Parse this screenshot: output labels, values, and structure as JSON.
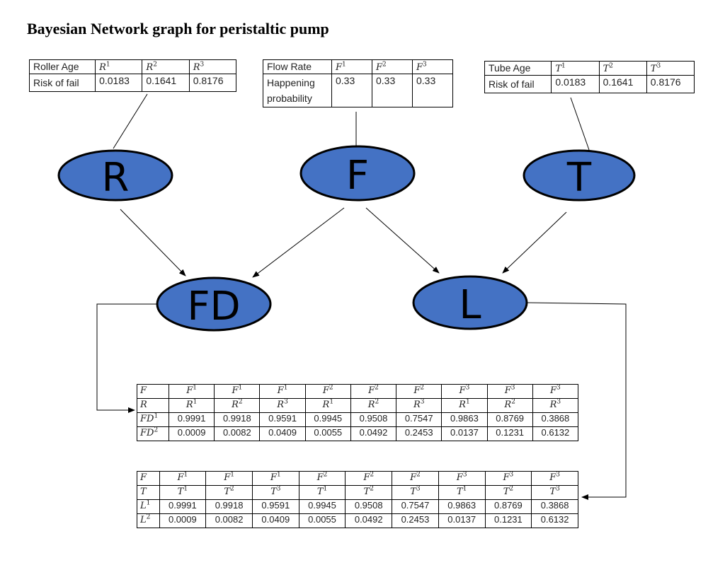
{
  "title": "Bayesian Network graph for peristaltic pump",
  "colors": {
    "node_fill": "#4472C4",
    "node_stroke": "#000000"
  },
  "nodes": {
    "R": "R",
    "F": "F",
    "T": "T",
    "FD": "FD",
    "L": "L"
  },
  "roller_table": {
    "header": "Roller Age",
    "row_label": "Risk of fail",
    "states": [
      {
        "b": "R",
        "s": "1"
      },
      {
        "b": "R",
        "s": "2"
      },
      {
        "b": "R",
        "s": "3"
      }
    ],
    "values": [
      "0.0183",
      "0.1641",
      "0.8176"
    ]
  },
  "flow_table": {
    "header": "Flow Rate",
    "row_label": "Happening probability",
    "states": [
      {
        "b": "F",
        "s": "1"
      },
      {
        "b": "F",
        "s": "2"
      },
      {
        "b": "F",
        "s": "3"
      }
    ],
    "values": [
      "0.33",
      "0.33",
      "0.33"
    ]
  },
  "tube_table": {
    "header": "Tube Age",
    "row_label": "Risk of fail",
    "states": [
      {
        "b": "T",
        "s": "1"
      },
      {
        "b": "T",
        "s": "2"
      },
      {
        "b": "T",
        "s": "3"
      }
    ],
    "values": [
      "0.0183",
      "0.1641",
      "0.8176"
    ]
  },
  "fd_table": {
    "rows": [
      {
        "label": {
          "b": "F",
          "s": ""
        },
        "cells": [
          {
            "b": "F",
            "s": "1"
          },
          {
            "b": "F",
            "s": "1"
          },
          {
            "b": "F",
            "s": "1"
          },
          {
            "b": "F",
            "s": "2"
          },
          {
            "b": "F",
            "s": "2"
          },
          {
            "b": "F",
            "s": "2"
          },
          {
            "b": "F",
            "s": "3"
          },
          {
            "b": "F",
            "s": "3"
          },
          {
            "b": "F",
            "s": "3"
          }
        ]
      },
      {
        "label": {
          "b": "R",
          "s": ""
        },
        "cells": [
          {
            "b": "R",
            "s": "1"
          },
          {
            "b": "R",
            "s": "2"
          },
          {
            "b": "R",
            "s": "3"
          },
          {
            "b": "R",
            "s": "1"
          },
          {
            "b": "R",
            "s": "2"
          },
          {
            "b": "R",
            "s": "3"
          },
          {
            "b": "R",
            "s": "1"
          },
          {
            "b": "R",
            "s": "2"
          },
          {
            "b": "R",
            "s": "3"
          }
        ]
      },
      {
        "label": {
          "b": "FD",
          "s": "1"
        },
        "values": [
          "0.9991",
          "0.9918",
          "0.9591",
          "0.9945",
          "0.9508",
          "0.7547",
          "0.9863",
          "0.8769",
          "0.3868"
        ]
      },
      {
        "label": {
          "b": "FD",
          "s": "2"
        },
        "values": [
          "0.0009",
          "0.0082",
          "0.0409",
          "0.0055",
          "0.0492",
          "0.2453",
          "0.0137",
          "0.1231",
          "0.6132"
        ]
      }
    ]
  },
  "l_table": {
    "rows": [
      {
        "label": {
          "b": "F",
          "s": ""
        },
        "cells": [
          {
            "b": "F",
            "s": "1"
          },
          {
            "b": "F",
            "s": "1"
          },
          {
            "b": "F",
            "s": "1"
          },
          {
            "b": "F",
            "s": "2"
          },
          {
            "b": "F",
            "s": "2"
          },
          {
            "b": "F",
            "s": "2"
          },
          {
            "b": "F",
            "s": "3"
          },
          {
            "b": "F",
            "s": "3"
          },
          {
            "b": "F",
            "s": "3"
          }
        ]
      },
      {
        "label": {
          "b": "T",
          "s": ""
        },
        "cells": [
          {
            "b": "T",
            "s": "1"
          },
          {
            "b": "T",
            "s": "2"
          },
          {
            "b": "T",
            "s": "3"
          },
          {
            "b": "T",
            "s": "1"
          },
          {
            "b": "T",
            "s": "2"
          },
          {
            "b": "T",
            "s": "3"
          },
          {
            "b": "T",
            "s": "1"
          },
          {
            "b": "T",
            "s": "2"
          },
          {
            "b": "T",
            "s": "3"
          }
        ]
      },
      {
        "label": {
          "b": "L",
          "s": "1"
        },
        "values": [
          "0.9991",
          "0.9918",
          "0.9591",
          "0.9945",
          "0.9508",
          "0.7547",
          "0.9863",
          "0.8769",
          "0.3868"
        ]
      },
      {
        "label": {
          "b": "L",
          "s": "2"
        },
        "values": [
          "0.0009",
          "0.0082",
          "0.0409",
          "0.0055",
          "0.0492",
          "0.2453",
          "0.0137",
          "0.1231",
          "0.6132"
        ]
      }
    ]
  }
}
